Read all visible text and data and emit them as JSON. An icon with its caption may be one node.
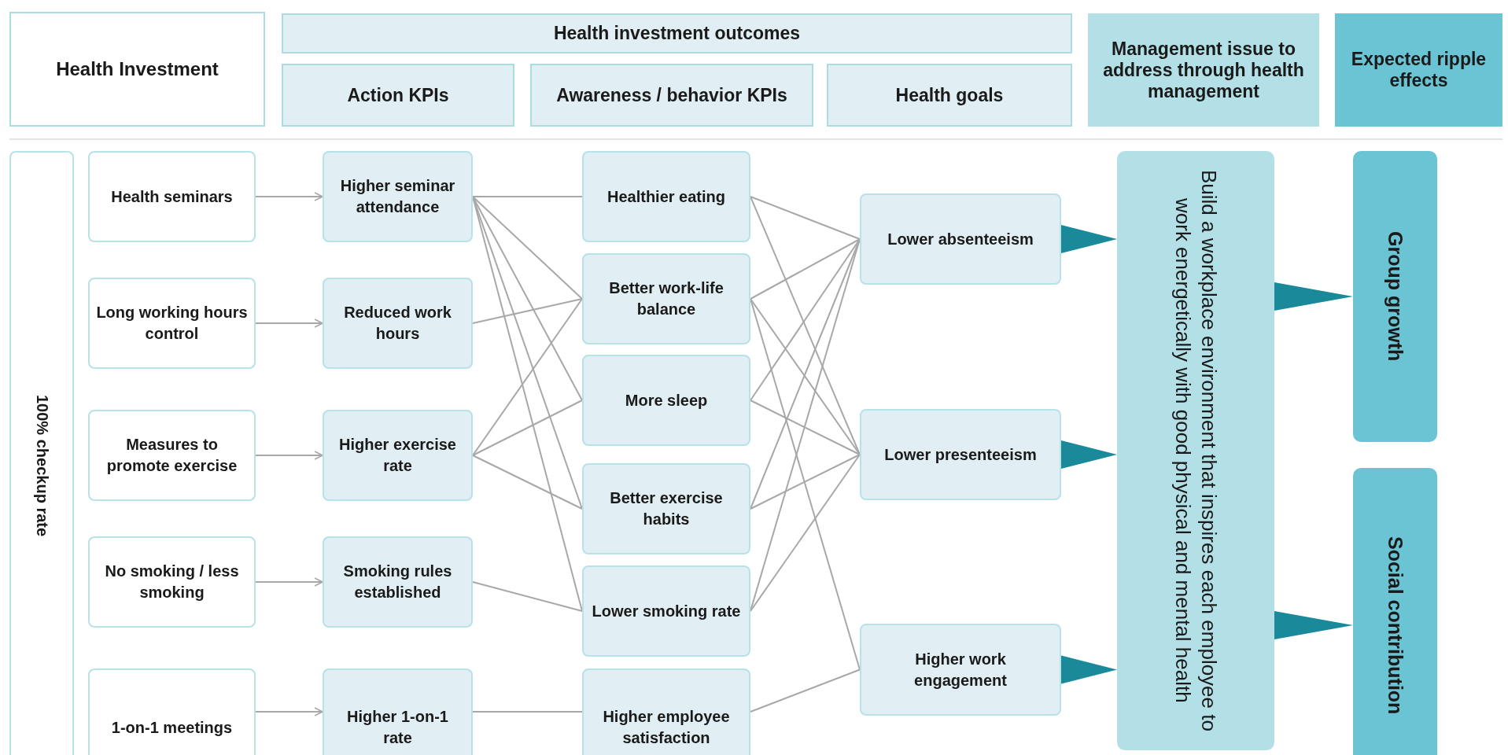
{
  "diagram": {
    "nodes": [
      {
        "text": [
          "Health Investment"
        ]
      },
      {
        "text": [
          "Health investment outcomes"
        ]
      },
      {
        "text": [
          "Action KPIs"
        ]
      },
      {
        "text": [
          "Awareness / behavior KPIs"
        ]
      },
      {
        "text": [
          "Health goals"
        ]
      },
      {
        "text": [
          "Management issue to address through health management"
        ]
      },
      {
        "text": [
          "Expected ripple effects"
        ]
      },
      {
        "text": [
          "100% checkup rate"
        ]
      },
      {
        "text": [
          "Health seminars"
        ]
      },
      {
        "text": [
          "Long working hours control"
        ]
      },
      {
        "text": [
          "Measures to promote exercise"
        ]
      },
      {
        "text": [
          "No smoking / less smoking"
        ]
      },
      {
        "text": [
          "1-on-1 meetings"
        ]
      },
      {
        "text": [
          "Higher seminar attendance"
        ]
      },
      {
        "text": [
          "Reduced work hours"
        ]
      },
      {
        "text": [
          "Higher exercise rate"
        ]
      },
      {
        "text": [
          "Smoking rules established"
        ]
      },
      {
        "text": [
          "Higher 1-on-1 rate"
        ]
      },
      {
        "text": [
          "Healthier eating"
        ]
      },
      {
        "text": [
          "Better work-life balance"
        ]
      },
      {
        "text": [
          "More sleep"
        ]
      },
      {
        "text": [
          "Better exercise habits"
        ]
      },
      {
        "text": [
          "Lower smoking rate"
        ]
      },
      {
        "text": [
          "Higher employee satisfaction"
        ]
      },
      {
        "text": [
          "Lower absenteeism"
        ]
      },
      {
        "text": [
          "Lower presenteeism"
        ]
      },
      {
        "text": [
          "Higher work engagement"
        ]
      },
      {
        "text": [
          "Build a workplace environment that inspires each employee to work energetically with good physical and mental health"
        ]
      },
      {
        "text": [
          "Group growth"
        ]
      },
      {
        "text": [
          "Social contribution"
        ]
      }
    ],
    "edges": [
      {
        "from": 8,
        "to": 13,
        "arrow": "to"
      },
      {
        "from": 9,
        "to": 14,
        "arrow": "to"
      },
      {
        "from": 10,
        "to": 15,
        "arrow": "to"
      },
      {
        "from": 11,
        "to": 16,
        "arrow": "to"
      },
      {
        "from": 12,
        "to": 17,
        "arrow": "to"
      },
      {
        "from": 13,
        "to": 18,
        "arrow": "none"
      },
      {
        "from": 13,
        "to": 19,
        "arrow": "none"
      },
      {
        "from": 13,
        "to": 20,
        "arrow": "none"
      },
      {
        "from": 13,
        "to": 21,
        "arrow": "none"
      },
      {
        "from": 13,
        "to": 22,
        "arrow": "none"
      },
      {
        "from": 14,
        "to": 19,
        "arrow": "none"
      },
      {
        "from": 15,
        "to": 19,
        "arrow": "none"
      },
      {
        "from": 15,
        "to": 20,
        "arrow": "none"
      },
      {
        "from": 15,
        "to": 21,
        "arrow": "none"
      },
      {
        "from": 16,
        "to": 22,
        "arrow": "none"
      },
      {
        "from": 17,
        "to": 23,
        "arrow": "none"
      },
      {
        "from": 18,
        "to": 24,
        "arrow": "none"
      },
      {
        "from": 18,
        "to": 25,
        "arrow": "none"
      },
      {
        "from": 19,
        "to": 24,
        "arrow": "none"
      },
      {
        "from": 19,
        "to": 25,
        "arrow": "none"
      },
      {
        "from": 19,
        "to": 26,
        "arrow": "none"
      },
      {
        "from": 20,
        "to": 24,
        "arrow": "none"
      },
      {
        "from": 20,
        "to": 25,
        "arrow": "none"
      },
      {
        "from": 21,
        "to": 24,
        "arrow": "none"
      },
      {
        "from": 21,
        "to": 25,
        "arrow": "none"
      },
      {
        "from": 22,
        "to": 24,
        "arrow": "none"
      },
      {
        "from": 22,
        "to": 25,
        "arrow": "none"
      },
      {
        "from": 23,
        "to": 26,
        "arrow": "none"
      },
      {
        "from": 24,
        "to": 27,
        "arrow": "to",
        "style": "thick",
        "color": "#1a8a9a"
      },
      {
        "from": 25,
        "to": 27,
        "arrow": "to",
        "style": "thick",
        "color": "#1a8a9a"
      },
      {
        "from": 26,
        "to": 27,
        "arrow": "to",
        "style": "thick",
        "color": "#1a8a9a"
      },
      {
        "from": 27,
        "to": 28,
        "arrow": "to",
        "style": "thick",
        "color": "#1a8a9a"
      },
      {
        "from": 27,
        "to": 29,
        "arrow": "to",
        "style": "thick",
        "color": "#1a8a9a"
      }
    ]
  }
}
